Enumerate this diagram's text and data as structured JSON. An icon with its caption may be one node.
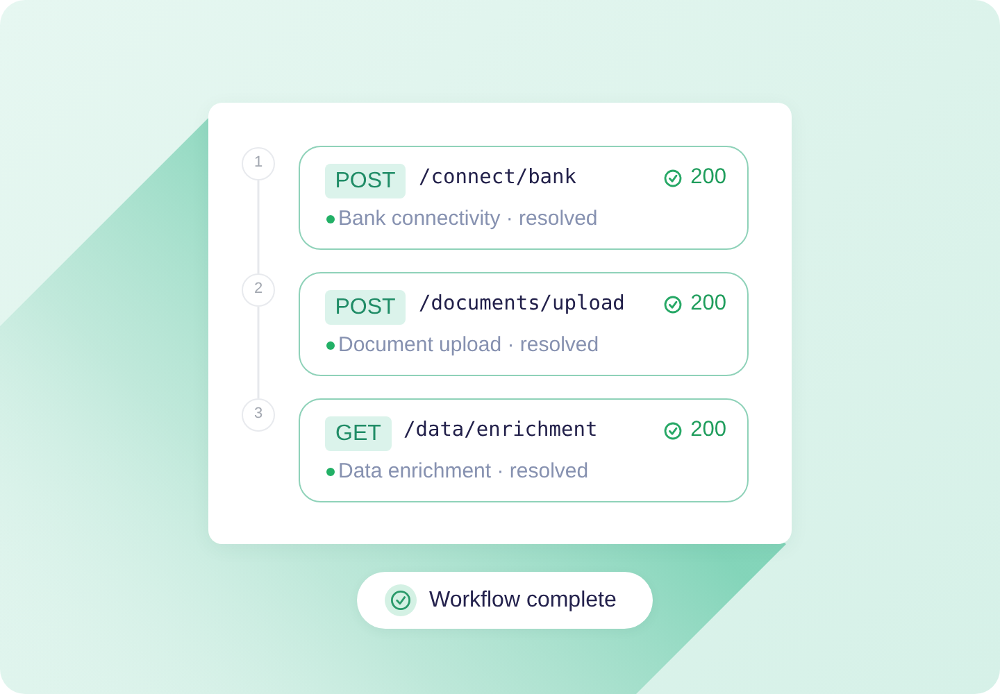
{
  "diagram": {
    "nodes": [
      {
        "text": [],
        "shape": "box"
      },
      {
        "text": [
          "1"
        ],
        "in": 0
      },
      {
        "text": [
          "/connect/bank",
          "200",
          "Bank connectivity · resolved"
        ],
        "in": 0
      },
      {
        "text": [
          "POST"
        ],
        "in": 2
      },
      {
        "text": [
          "2"
        ],
        "in": 0
      },
      {
        "text": [
          "/documents/upload",
          "200",
          "Document upload · resolved"
        ],
        "in": 0
      },
      {
        "text": [
          "POST"
        ],
        "in": 5
      },
      {
        "text": [
          "3"
        ],
        "in": 0
      },
      {
        "text": [
          "/data/enrichment",
          "200",
          "Data enrichment · resolved"
        ],
        "in": 0
      },
      {
        "text": [
          "GET"
        ],
        "in": 8
      },
      {
        "text": [
          "Workflow complete"
        ]
      }
    ],
    "edges": [
      {
        "from": 1,
        "to": 4,
        "arrow": "none"
      },
      {
        "from": 4,
        "to": 7,
        "arrow": "none"
      }
    ]
  }
}
